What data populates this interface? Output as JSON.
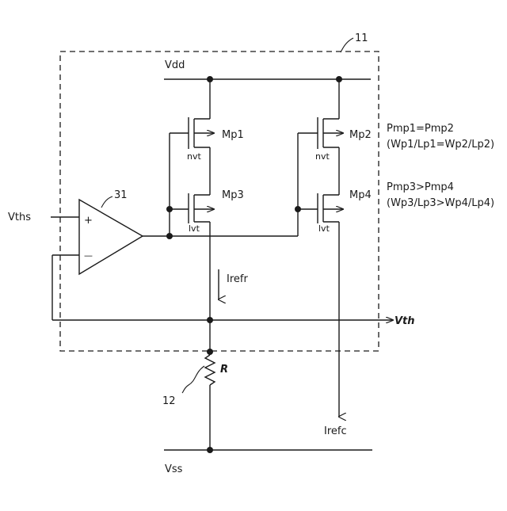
{
  "diagram": {
    "block_ref": "11",
    "opamp_ref": "31",
    "resistor_ref": "12",
    "supply_top": "Vdd",
    "supply_bottom": "Vss",
    "opamp": {
      "plus": "+",
      "minus": "—"
    },
    "input_label": "Vths",
    "output_label": "Vth",
    "current_ref": "Irefr",
    "current_copy": "Irefc",
    "resistor_label": "R",
    "transistors": [
      {
        "name": "Mp1",
        "type": "nvt"
      },
      {
        "name": "Mp2",
        "type": "nvt"
      },
      {
        "name": "Mp3",
        "type": "lvt"
      },
      {
        "name": "Mp4",
        "type": "lvt"
      }
    ],
    "notes": [
      "Pmp1=Pmp2",
      "(Wp1/Lp1=Wp2/Lp2)",
      "Pmp3>Pmp4",
      "(Wp3/Lp3>Wp4/Lp4)"
    ]
  }
}
